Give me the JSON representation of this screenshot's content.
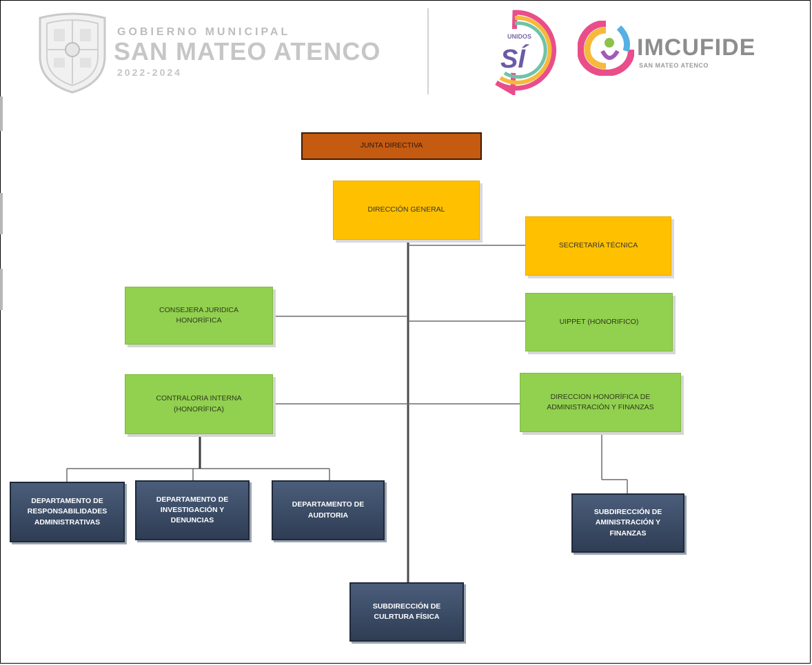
{
  "header": {
    "gov_line1": "GOBIERNO MUNICIPAL",
    "gov_line2": "SAN MATEO ATENCO",
    "gov_years": "2022-2024",
    "unidos_small": "UNIDOS",
    "unidos_big": "SÍ",
    "imcufide_name": "IMCUFIDE",
    "imcufide_sub": "SAN MATEO ATENCO"
  },
  "org": {
    "junta": "JUNTA DIRECTIVA",
    "direccion_general": "DIRECCIÓN GENERAL",
    "secretaria": "SECRETARÍA TÉCNICA",
    "consejera_l1": "CONSEJERA JURIDICA",
    "consejera_l2": "HONORÍFICA",
    "uippet": "UIPPET (HONORIFICO)",
    "contraloria_l1": "CONTRALORIA INTERNA",
    "contraloria_l2": "(HONORÍFICA)",
    "dir_admin_l1": "DIRECCION HONORÍFICA DE",
    "dir_admin_l2": "ADMINISTRACIÓN Y FINANZAS",
    "dep_resp_l1": "DEPARTAMENTO DE",
    "dep_resp_l2": "RESPONSABILIDADES",
    "dep_resp_l3": "ADMINISTRATIVAS",
    "dep_inv_l1": "DEPARTAMENTO DE",
    "dep_inv_l2": "INVESTIGACIÓN Y",
    "dep_inv_l3": "DENUNCIAS",
    "dep_aud_l1": "DEPARTAMENTO DE",
    "dep_aud_l2": "AUDITORIA",
    "sub_admin_l1": "SUBDIRECCIÓN DE",
    "sub_admin_l2": "AMINISTRACIÓN Y",
    "sub_admin_l3": "FINANZAS",
    "sub_cult_l1": "SUBDIRECCIÓN DE",
    "sub_cult_l2": "CULRTURA FÍSICA"
  },
  "colors": {
    "junta": "#c55a11",
    "direccion": "#ffc000",
    "honorific": "#92d050",
    "department": "#3b4a63"
  }
}
